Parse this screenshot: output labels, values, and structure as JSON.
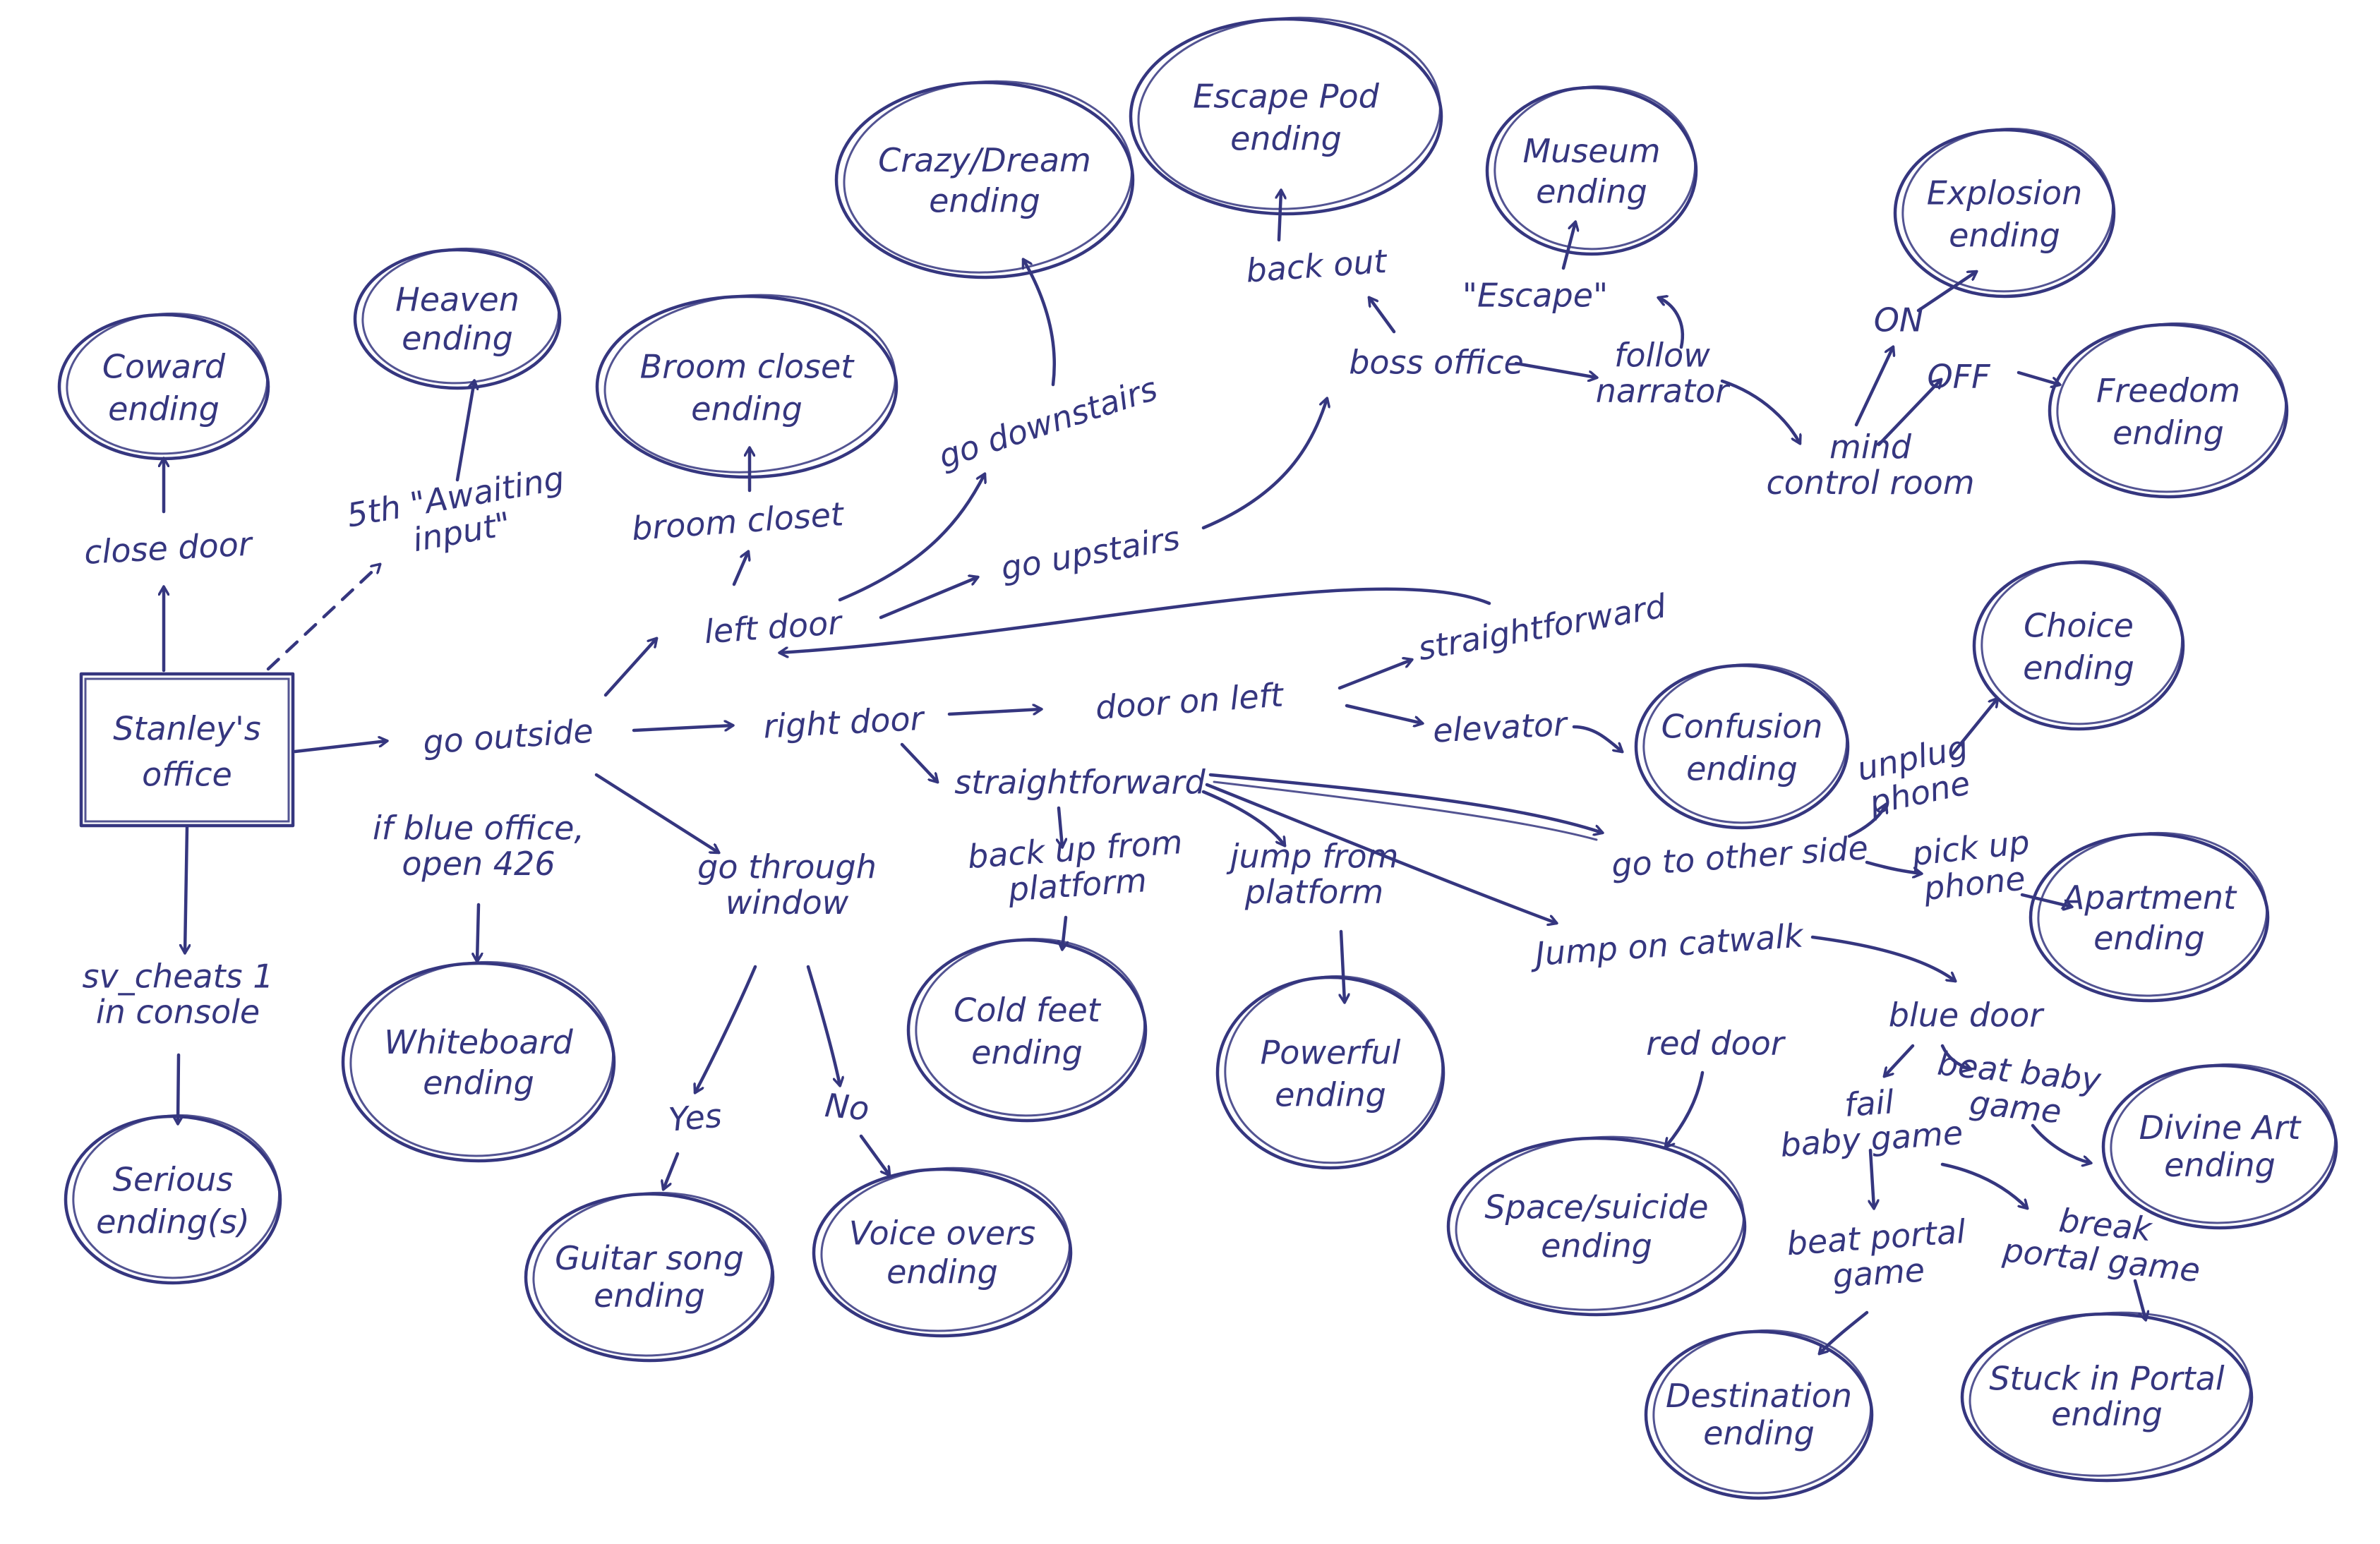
{
  "colors": {
    "ink": "#35367f",
    "paper": "#ffffff"
  },
  "nodes": {
    "start": [
      "Stanley's",
      "office"
    ],
    "coward": [
      "Coward",
      "ending"
    ],
    "heaven": [
      "Heaven",
      "ending"
    ],
    "broom": [
      "Broom closet",
      "ending"
    ],
    "crazy": [
      "Crazy/Dream",
      "ending"
    ],
    "escapepod": [
      "Escape Pod",
      "ending"
    ],
    "museum": [
      "Museum",
      "ending"
    ],
    "explosion": [
      "Explosion",
      "ending"
    ],
    "freedom": [
      "Freedom",
      "ending"
    ],
    "choice": [
      "Choice",
      "ending"
    ],
    "confusion": [
      "Confusion",
      "ending"
    ],
    "apartment": [
      "Apartment",
      "ending"
    ],
    "whiteboard": [
      "Whiteboard",
      "ending"
    ],
    "serious": [
      "Serious",
      "ending(s)"
    ],
    "coldfeet": [
      "Cold feet",
      "ending"
    ],
    "powerful": [
      "Powerful",
      "ending"
    ],
    "guitar": [
      "Guitar song",
      "ending"
    ],
    "voiceovers": [
      "Voice overs",
      "ending"
    ],
    "space": [
      "Space/suicide",
      "ending"
    ],
    "divine": [
      "Divine Art",
      "ending"
    ],
    "destination": [
      "Destination",
      "ending"
    ],
    "stuck": [
      "Stuck in Portal",
      "ending"
    ]
  },
  "labels": {
    "close_door": [
      "close door"
    ],
    "awaiting": [
      "5th \"Awaiting",
      "input\""
    ],
    "broom_closet": [
      "broom closet"
    ],
    "go_downstairs": [
      "go downstairs"
    ],
    "go_upstairs": [
      "go upstairs"
    ],
    "left_door": [
      "left door"
    ],
    "back_out": [
      "back out"
    ],
    "boss_office": [
      "boss office"
    ],
    "escape": [
      "\"Escape\""
    ],
    "follow_narrator": [
      "follow",
      "narrator"
    ],
    "on": [
      "ON"
    ],
    "off": [
      "OFF"
    ],
    "mind_control": [
      "mind",
      "control room"
    ],
    "straightforward_top": [
      "straightforward"
    ],
    "go_outside": [
      "go outside"
    ],
    "right_door": [
      "right door"
    ],
    "door_on_left": [
      "door on left"
    ],
    "elevator": [
      "elevator"
    ],
    "straightforward_mid": [
      "straightforward"
    ],
    "unplug_phone": [
      "unplug",
      "phone"
    ],
    "go_other_side": [
      "go to other side"
    ],
    "pick_up_phone": [
      "pick up",
      "phone"
    ],
    "blue_office": [
      "if blue office,",
      "open 426"
    ],
    "sv_cheats": [
      "sv_cheats 1",
      "in console"
    ],
    "go_window": [
      "go through",
      "window"
    ],
    "back_up": [
      "back up from",
      "platform"
    ],
    "jump_platform": [
      "jump from",
      "platform"
    ],
    "jump_catwalk": [
      "Jump on catwalk"
    ],
    "red_door": [
      "red door"
    ],
    "blue_door": [
      "blue door"
    ],
    "yes": [
      "Yes"
    ],
    "no": [
      "No"
    ],
    "fail_baby": [
      "fail",
      "baby game"
    ],
    "beat_baby": [
      "beat baby",
      "game"
    ],
    "beat_portal": [
      "beat portal",
      "game"
    ],
    "break_portal": [
      "break",
      "portal game"
    ]
  }
}
